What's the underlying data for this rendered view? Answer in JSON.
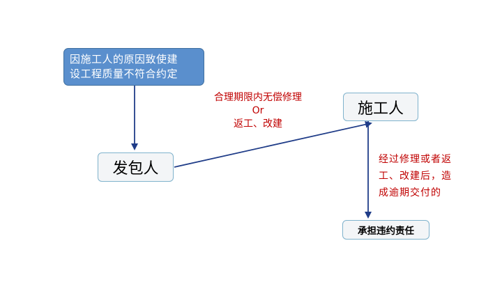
{
  "nodes": {
    "cause": {
      "line1": "因施工人的原因致使建",
      "line2": "设工程质量不符合约定"
    },
    "owner": "发包人",
    "contractor": "施工人",
    "liability": "承担违约责任"
  },
  "labels": {
    "repair": {
      "line1": "合理期限内无偿修理",
      "line2": "Or",
      "line3": "返工、改建"
    },
    "delay": {
      "line1": "经过修理或者返",
      "line2": "工、改建后，造",
      "line3": "成逾期交付的"
    }
  },
  "colors": {
    "arrow": "#1f3c88",
    "cause_fill": "#5a8fcd",
    "box_fill": "#f3f5f7",
    "box_border": "#7fb2cc",
    "label_red": "#c00000"
  }
}
